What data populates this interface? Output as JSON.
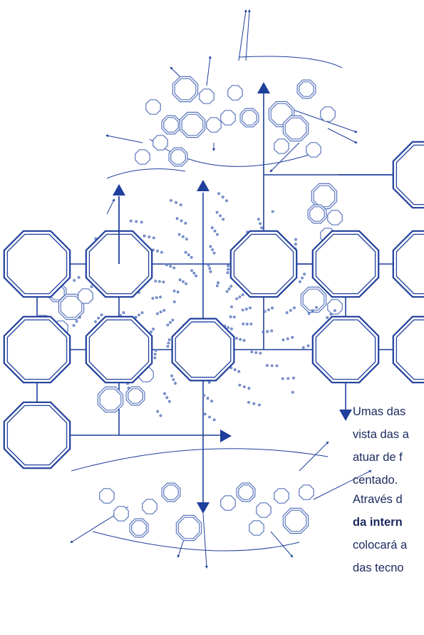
{
  "illustration": {
    "name": "octagon-network-illustration",
    "color": "#1f3f9c",
    "light_color": "#7f98cf"
  },
  "paragraph_1": {
    "lines": [
      "Umas das",
      "vista das a",
      "atuar de f",
      "centado."
    ]
  },
  "paragraph_2": {
    "line_1": "Através d",
    "line_2_bold": "da intern",
    "line_3": "colocará a",
    "line_4": "das tecno"
  }
}
